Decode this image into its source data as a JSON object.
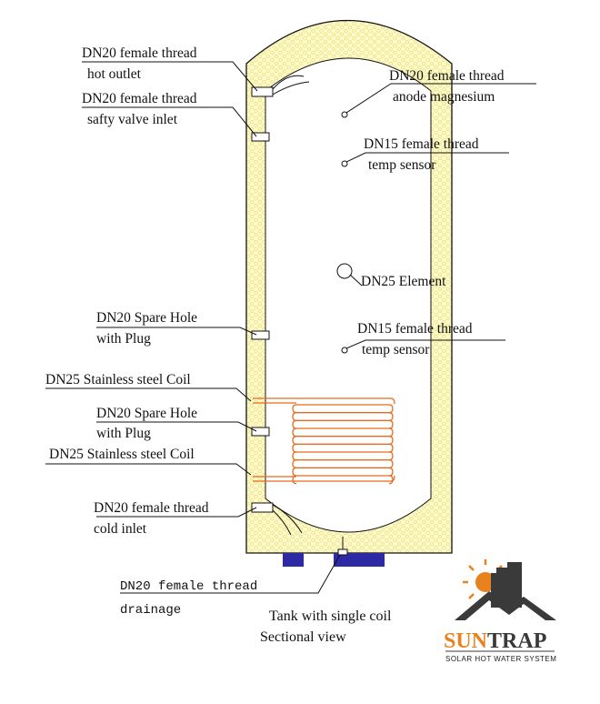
{
  "labels": {
    "hot_outlet_1": "DN20 female thread",
    "hot_outlet_2": "hot outlet",
    "safety_1": "DN20 female thread",
    "safety_2": "safty valve inlet",
    "anode_1": "DN20 female thread",
    "anode_2": "anode magnesium",
    "temp_top_1": "DN15 female thread",
    "temp_top_2": "temp sensor",
    "element": "DN25 Element",
    "spare1_1": "DN20 Spare Hole",
    "spare1_2": "with Plug",
    "temp_mid_1": "DN15 female thread",
    "temp_mid_2": "temp sensor",
    "coil_top": "DN25 Stainless steel  Coil",
    "spare2_1": "DN20 Spare Hole",
    "spare2_2": "with Plug",
    "coil_bottom": "DN25 Stainless steel  Coil",
    "cold_1": "DN20 female thread",
    "cold_2": "cold inlet",
    "drain_1": "DN20 female thread",
    "drain_2": "drainage"
  },
  "caption": {
    "line1": "Tank with single coil",
    "line2": "Sectional view"
  },
  "logo": {
    "word_sun": "SUN",
    "word_trap": "TRAP",
    "tagline": "SOLAR HOT WATER SYSTEM"
  },
  "colors": {
    "insulation": "#fffbc8",
    "honeycomb": "#e8dc7a",
    "coil": "#e86a1c",
    "feet": "#2e2aa6",
    "logo_orange": "#e8821e",
    "logo_dark": "#3a3a3a"
  }
}
